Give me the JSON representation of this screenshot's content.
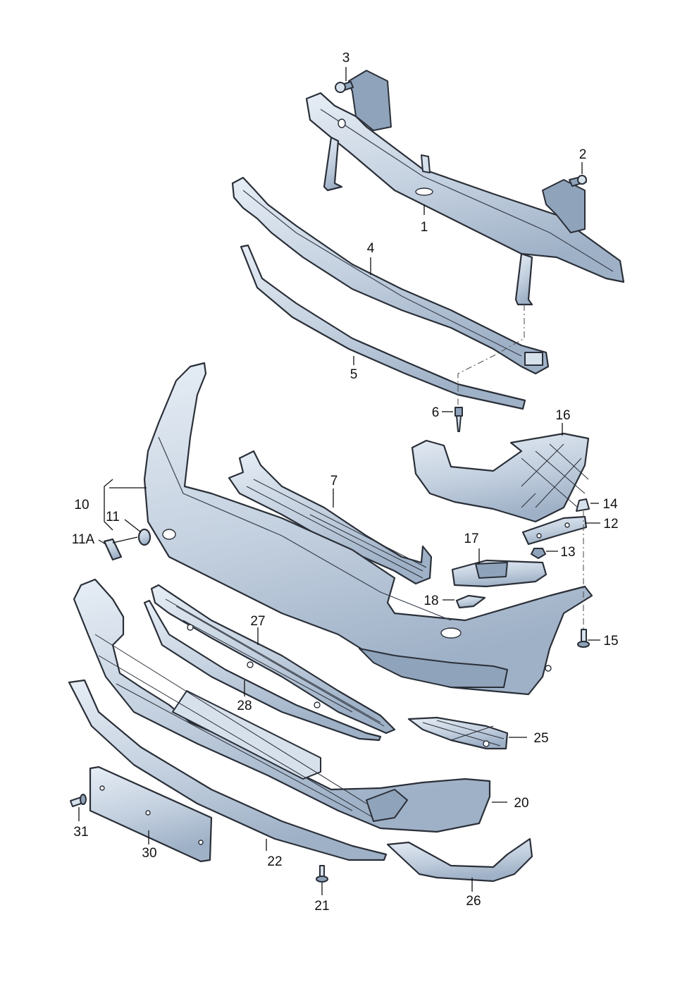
{
  "callouts": {
    "c1": "1",
    "c2": "2",
    "c3": "3",
    "c4": "4",
    "c5": "5",
    "c6": "6",
    "c7": "7",
    "c10": "10",
    "c11": "11",
    "c11a": "11A",
    "c12": "12",
    "c13": "13",
    "c14": "14",
    "c15": "15",
    "c16": "16",
    "c17": "17",
    "c18": "18",
    "c20": "20",
    "c21": "21",
    "c22": "22",
    "c25": "25",
    "c26": "26",
    "c27": "27",
    "c28": "28",
    "c30": "30",
    "c31": "31"
  },
  "colors": {
    "part_fill_light": "#dfe7f1",
    "part_fill_dark": "#9fb1c7",
    "outline": "#2a2f38"
  }
}
